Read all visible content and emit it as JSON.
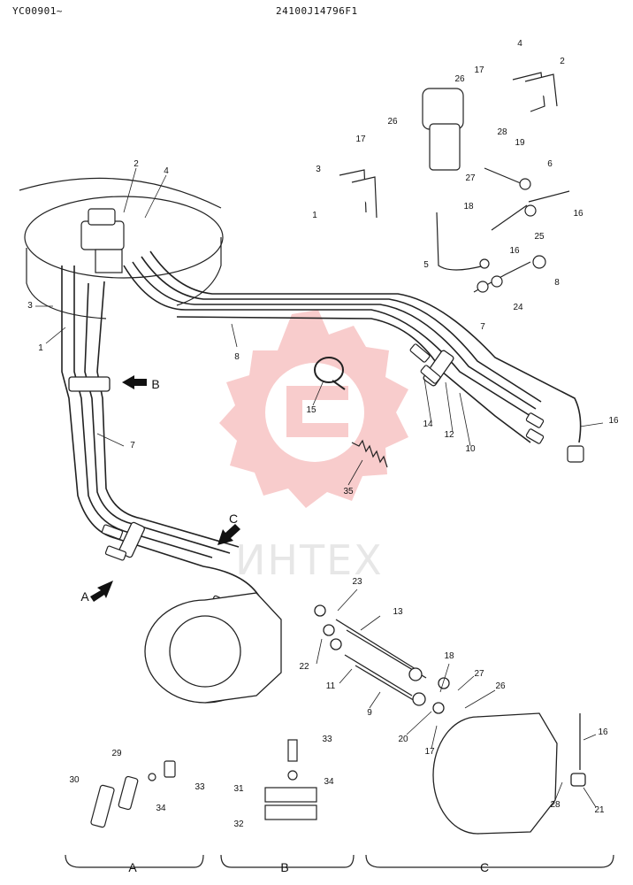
{
  "header": {
    "left_code": "YC00901~",
    "drawing_no": "24100J14796F1"
  },
  "watermark": "ИНТЕХ",
  "callouts": [
    {
      "id": "c-4-top",
      "text": "4"
    },
    {
      "id": "c-2-top",
      "text": "2"
    },
    {
      "id": "c-17-top",
      "text": "17"
    },
    {
      "id": "c-26-top",
      "text": "26"
    },
    {
      "id": "c-26-mid",
      "text": "26"
    },
    {
      "id": "c-28-top",
      "text": "28"
    },
    {
      "id": "c-19",
      "text": "19"
    },
    {
      "id": "c-17-mid",
      "text": "17"
    },
    {
      "id": "c-6",
      "text": "6"
    },
    {
      "id": "c-3-top",
      "text": "3"
    },
    {
      "id": "c-27-top",
      "text": "27"
    },
    {
      "id": "c-1-top",
      "text": "1"
    },
    {
      "id": "c-18-top",
      "text": "18"
    },
    {
      "id": "c-16-top",
      "text": "16"
    },
    {
      "id": "c-25",
      "text": "25"
    },
    {
      "id": "c-16-mid",
      "text": "16"
    },
    {
      "id": "c-5",
      "text": "5"
    },
    {
      "id": "c-8-right",
      "text": "8"
    },
    {
      "id": "c-24",
      "text": "24"
    },
    {
      "id": "c-7-right",
      "text": "7"
    },
    {
      "id": "c-2-main",
      "text": "2"
    },
    {
      "id": "c-4-main",
      "text": "4"
    },
    {
      "id": "c-3-main",
      "text": "3"
    },
    {
      "id": "c-1-main",
      "text": "1"
    },
    {
      "id": "c-8-main",
      "text": "8"
    },
    {
      "id": "c-15",
      "text": "15"
    },
    {
      "id": "c-14",
      "text": "14"
    },
    {
      "id": "c-12",
      "text": "12"
    },
    {
      "id": "c-10",
      "text": "10"
    },
    {
      "id": "c-16-main",
      "text": "16"
    },
    {
      "id": "c-7-main",
      "text": "7"
    },
    {
      "id": "c-35",
      "text": "35"
    },
    {
      "id": "c-23",
      "text": "23"
    },
    {
      "id": "c-13",
      "text": "13"
    },
    {
      "id": "c-22",
      "text": "22"
    },
    {
      "id": "c-11",
      "text": "11"
    },
    {
      "id": "c-9",
      "text": "9"
    },
    {
      "id": "c-18-bot",
      "text": "18"
    },
    {
      "id": "c-27-bot",
      "text": "27"
    },
    {
      "id": "c-26-bot",
      "text": "26"
    },
    {
      "id": "c-20",
      "text": "20"
    },
    {
      "id": "c-17-bot",
      "text": "17"
    },
    {
      "id": "c-16-bot",
      "text": "16"
    },
    {
      "id": "c-28-bot",
      "text": "28"
    },
    {
      "id": "c-21",
      "text": "21"
    },
    {
      "id": "c-29",
      "text": "29"
    },
    {
      "id": "c-30",
      "text": "30"
    },
    {
      "id": "c-34-a",
      "text": "34"
    },
    {
      "id": "c-33-a",
      "text": "33"
    },
    {
      "id": "c-33-b",
      "text": "33"
    },
    {
      "id": "c-34-b",
      "text": "34"
    },
    {
      "id": "c-31",
      "text": "31"
    },
    {
      "id": "c-32",
      "text": "32"
    }
  ],
  "view_markers": {
    "b": "B",
    "c": "C",
    "a": "A"
  },
  "sections": {
    "a": "A",
    "b": "B",
    "c": "C"
  },
  "colors": {
    "line": "#1a1a1a",
    "watermark_red": "#f2a0a0"
  }
}
